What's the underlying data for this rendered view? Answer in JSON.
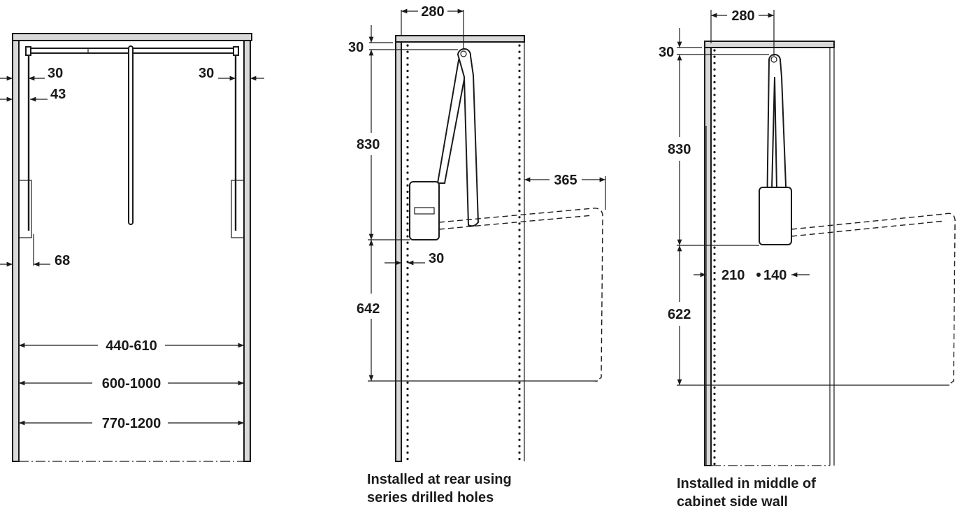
{
  "front_view": {
    "dims": {
      "side_left": "30",
      "side_right": "30",
      "bracket": "43",
      "bottom_offset": "68",
      "rod_width": "440-610",
      "inner_width": "600-1000",
      "cabinet_width": "770-1200"
    }
  },
  "rear_install_view": {
    "dims": {
      "depth": "280",
      "top": "30",
      "height_upper": "830",
      "extension": "365",
      "offset": "30",
      "height_lower": "642"
    },
    "caption_line1": "Installed at rear using",
    "caption_line2": "series drilled holes"
  },
  "middle_install_view": {
    "dims": {
      "depth": "280",
      "top": "30",
      "height_upper": "830",
      "left": "210",
      "right": "140",
      "height_lower": "622"
    },
    "caption_line1": "Installed in middle of",
    "caption_line2": "cabinet side wall"
  }
}
